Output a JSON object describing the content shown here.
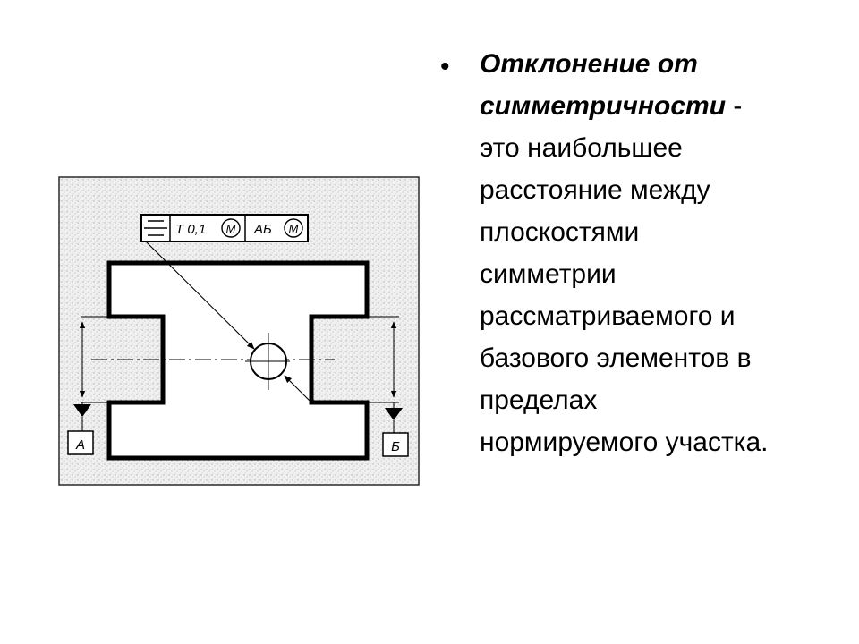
{
  "slide": {
    "bullet": {
      "marker": "•",
      "term_lines": [
        "Отклонение от",
        "симметричности"
      ],
      "dash": " -",
      "body_lines": [
        "это наибольшее",
        "расстояние между",
        "плоскостями",
        "симметрии",
        "рассматриваемого и",
        "базового элементов в",
        "пределах",
        "нормируемого участка."
      ]
    }
  },
  "drawing": {
    "frame": {
      "symbol_icon": "symmetry-symbol-icon",
      "tolerance_prefix": "T 0,1",
      "tolerance_modifier": "M",
      "datum_prefix": "АБ",
      "datum_modifier": "M"
    },
    "datum_left": "А",
    "datum_right": "Б"
  }
}
